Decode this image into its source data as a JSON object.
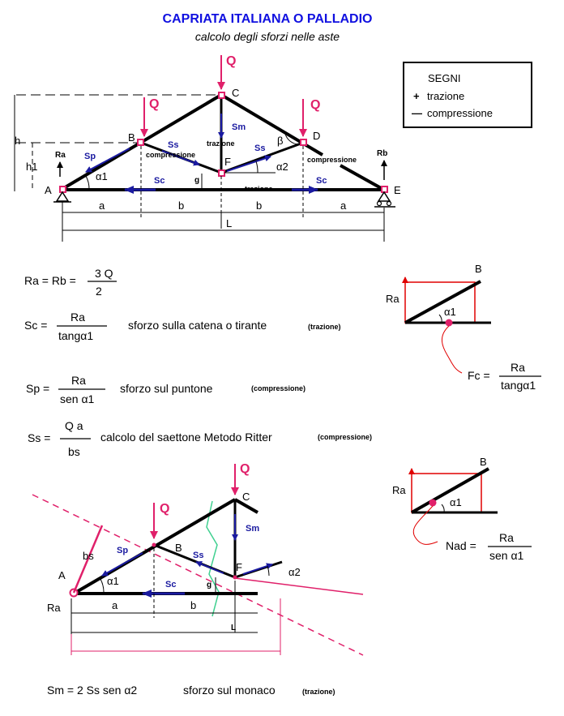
{
  "header": {
    "title": "CAPRIATA ITALIANA O PALLADIO",
    "subtitle": "calcolo degli sforzi nelle aste"
  },
  "legend": {
    "heading": "SEGNI",
    "plus_sign": "+",
    "plus_label": "trazione",
    "minus_sign": "—",
    "minus_label": "compressione"
  },
  "truss": {
    "nodes": {
      "A": "A",
      "B": "B",
      "C": "C",
      "D": "D",
      "E": "E",
      "F": "F"
    },
    "load": "Q",
    "labels": {
      "h": "h",
      "h1": "h1",
      "Ra": "Ra",
      "Rb": "Rb",
      "Sp": "Sp",
      "Ss": "Ss",
      "Sc": "Sc",
      "Sm": "Sm",
      "alpha1": "α1",
      "alpha2": "α2",
      "beta": "β",
      "g": "g",
      "a": "a",
      "b": "b",
      "L": "L"
    },
    "notes": {
      "compressione": "compressione",
      "trazione": "trazione"
    }
  },
  "formulas": {
    "ra_rb": {
      "lhs": "Ra = Rb =",
      "num": "3 Q",
      "den": "2"
    },
    "sc": {
      "lhs": "Sc =",
      "num": "Ra",
      "den": "tangα1",
      "desc": "sforzo sulla catena o tirante",
      "tag": "(trazione)"
    },
    "sp": {
      "lhs": "Sp =",
      "num": "Ra",
      "den": "sen α1",
      "desc": "sforzo sul puntone",
      "tag": "(compressione)"
    },
    "ss": {
      "lhs": "Ss =",
      "num": "Q a",
      "den": "bs",
      "desc": "calcolo del saettone Metodo Ritter",
      "tag": "(compressione)"
    },
    "sm": {
      "text": "Sm = 2 Ss sen α2",
      "desc": "sforzo sul monaco",
      "tag": "(trazione)"
    }
  },
  "detail1": {
    "B": "B",
    "Ra": "Ra",
    "alpha": "α1",
    "lhs": "Fc =",
    "num": "Ra",
    "den": "tangα1"
  },
  "detail2": {
    "B": "B",
    "Ra": "Ra",
    "alpha": "α1",
    "lhs": "Nad =",
    "num": "Ra",
    "den": "sen α1"
  },
  "ritter": {
    "nodes": {
      "A": "A",
      "B": "B",
      "C": "C",
      "F": "F"
    },
    "labels": {
      "Q": "Q",
      "bs": "bs",
      "Sp": "Sp",
      "Ss": "Ss",
      "Sc": "Sc",
      "Sm": "Sm",
      "alpha1": "α1",
      "alpha2": "α2",
      "g": "g",
      "a": "a",
      "b": "b",
      "L": "L",
      "Ra": "Ra"
    }
  },
  "colors": {
    "title": "#1010e0",
    "load": "#e0206a",
    "force": "#1a1aa0",
    "reaction": "#e00000",
    "section": "#40d090"
  }
}
